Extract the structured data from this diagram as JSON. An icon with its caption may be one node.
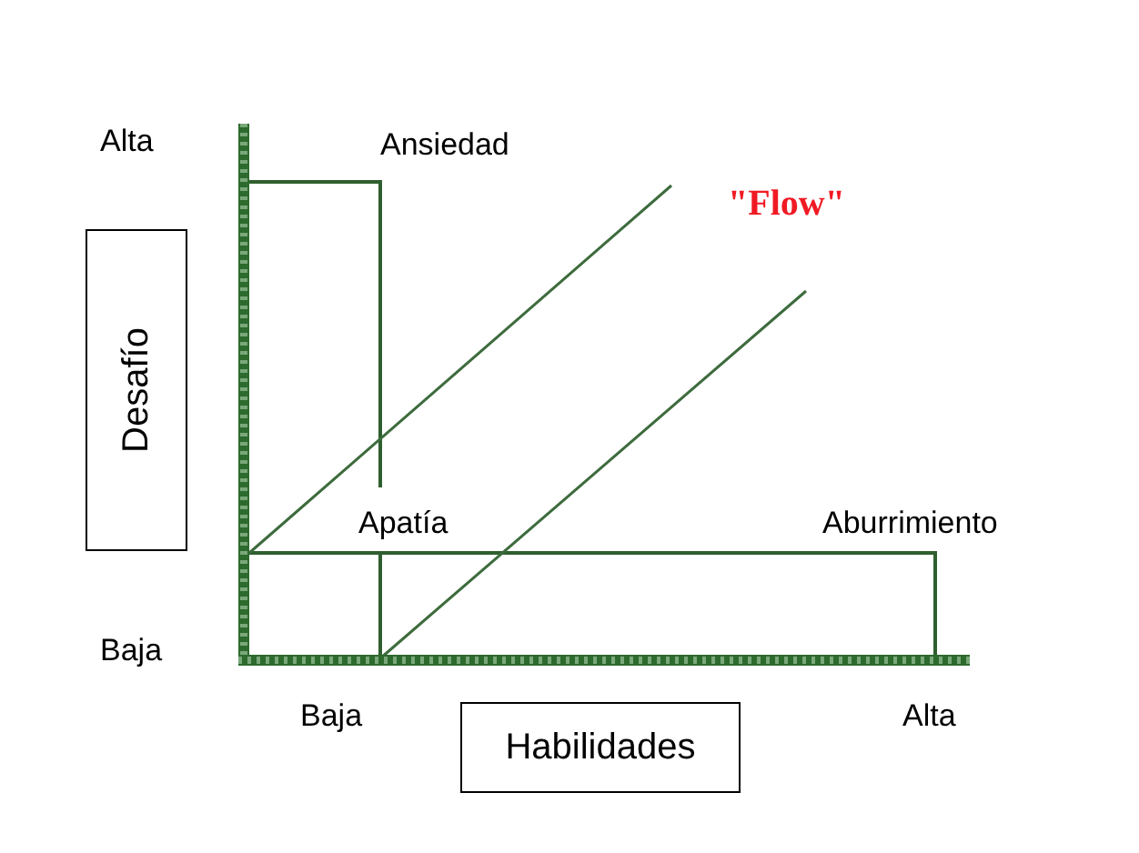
{
  "diagram": {
    "nodes": [
      {
        "text": [
          "Desafío"
        ]
      },
      {
        "text": [
          "Habilidades"
        ]
      }
    ],
    "labels": [
      "Alta",
      "Ansiedad",
      "\"Flow\"",
      "Apatía",
      "Aburrimiento",
      "Baja",
      "Baja",
      "Alta"
    ]
  }
}
